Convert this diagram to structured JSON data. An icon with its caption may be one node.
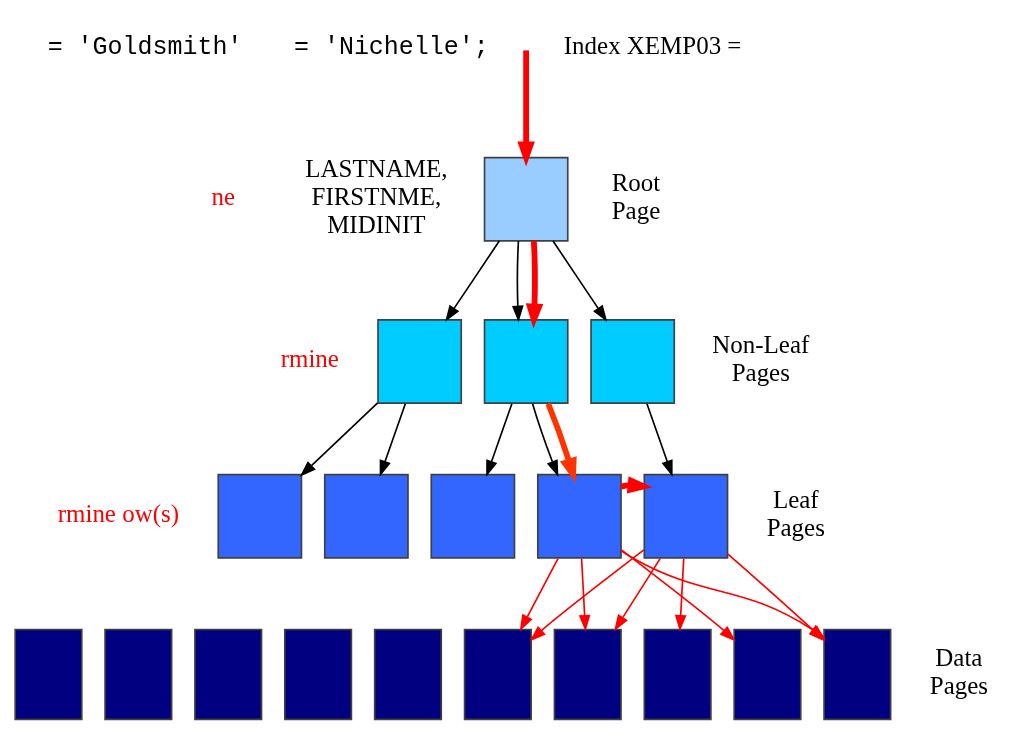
{
  "diagram": {
    "nodes": [
      {
        "text": [],
        "shape": "box",
        "beside": [
          "Root Page"
        ]
      },
      {
        "text": [],
        "shape": "box"
      },
      {
        "text": [],
        "shape": "box"
      },
      {
        "text": [],
        "shape": "box",
        "beside": [
          "Non-Leaf Pages"
        ]
      },
      {
        "text": [],
        "shape": "box"
      },
      {
        "text": [],
        "shape": "box"
      },
      {
        "text": [],
        "shape": "box"
      },
      {
        "text": [],
        "shape": "box"
      },
      {
        "text": [],
        "shape": "box",
        "beside": [
          "Leaf Pages"
        ]
      },
      {
        "text": [],
        "shape": "box"
      },
      {
        "text": [],
        "shape": "box"
      },
      {
        "text": [],
        "shape": "box"
      },
      {
        "text": [],
        "shape": "box"
      },
      {
        "text": [],
        "shape": "box"
      },
      {
        "text": [],
        "shape": "box"
      },
      {
        "text": [],
        "shape": "box"
      },
      {
        "text": [],
        "shape": "box"
      },
      {
        "text": [],
        "shape": "box"
      },
      {
        "text": [],
        "shape": "box",
        "beside": [
          "Data Pages"
        ]
      }
    ],
    "edges": [
      {
        "from": null,
        "to": 0,
        "arrow": "to",
        "style": "thick"
      },
      {
        "from": 0,
        "to": 1,
        "arrow": "to",
        "color": "#000000"
      },
      {
        "from": 0,
        "to": 2,
        "arrow": "to",
        "color": "#000000"
      },
      {
        "from": 0,
        "to": 3,
        "arrow": "to",
        "color": "#000000"
      },
      {
        "from": 0,
        "to": 2,
        "arrow": "to",
        "style": "thick"
      },
      {
        "from": 1,
        "to": 4,
        "arrow": "to",
        "color": "#000000"
      },
      {
        "from": 1,
        "to": 5,
        "arrow": "to",
        "color": "#000000"
      },
      {
        "from": 2,
        "to": 6,
        "arrow": "to",
        "color": "#000000"
      },
      {
        "from": 2,
        "to": 7,
        "arrow": "to",
        "color": "#000000"
      },
      {
        "from": 3,
        "to": 8,
        "arrow": "to",
        "color": "#000000"
      },
      {
        "from": 2,
        "to": 7,
        "arrow": "to",
        "style": "thick",
        "color": "#ff3300"
      },
      {
        "from": 7,
        "to": 8,
        "arrow": "to",
        "style": "thick"
      },
      {
        "from": 7,
        "to": 14,
        "arrow": "to"
      },
      {
        "from": 7,
        "to": 15,
        "arrow": "to"
      },
      {
        "from": 7,
        "to": 17,
        "arrow": "to"
      },
      {
        "from": 7,
        "to": 18,
        "arrow": "to"
      },
      {
        "from": 8,
        "to": 14,
        "arrow": "to"
      },
      {
        "from": 8,
        "to": 15,
        "arrow": "to"
      },
      {
        "from": 8,
        "to": 16,
        "arrow": "to"
      },
      {
        "from": 8,
        "to": 18,
        "arrow": "to"
      }
    ],
    "labels": [
      "= 'Goldsmith'",
      "= 'Nichelle';",
      "ne",
      "Index XEMP03 =",
      "LASTNAME, FIRSTNME, MIDINIT",
      "rmine",
      "rmine ow(s)"
    ]
  }
}
